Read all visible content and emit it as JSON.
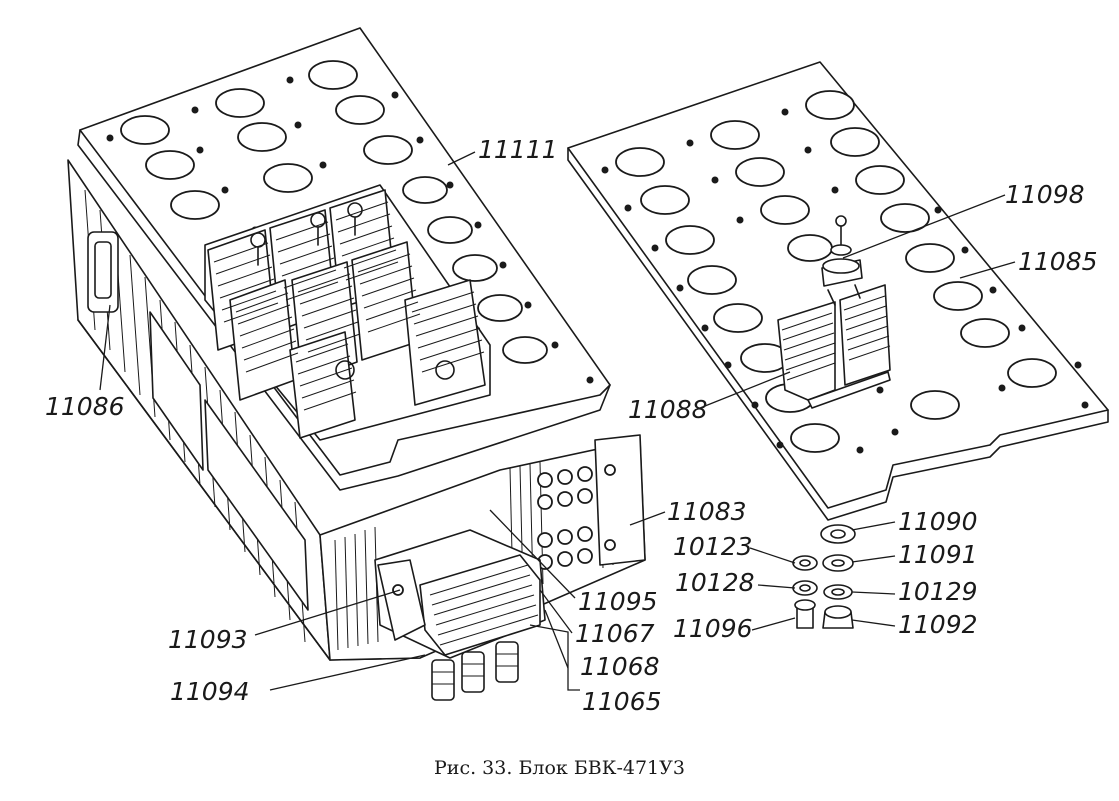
{
  "caption": "Рис. 33. Блок БВК-471У3",
  "callouts": {
    "c11111": "11111",
    "c11098": "11098",
    "c11085": "11085",
    "c11086": "11086",
    "c11088": "11088",
    "c11083": "11083",
    "c11090": "11090",
    "c10123": "10123",
    "c11091": "11091",
    "c10128": "10128",
    "c10129": "10129",
    "c11095": "11095",
    "c11096": "11096",
    "c11092": "11092",
    "c11067": "11067",
    "c11093": "11093",
    "c11068": "11068",
    "c11094": "11094",
    "c11065": "11065"
  }
}
